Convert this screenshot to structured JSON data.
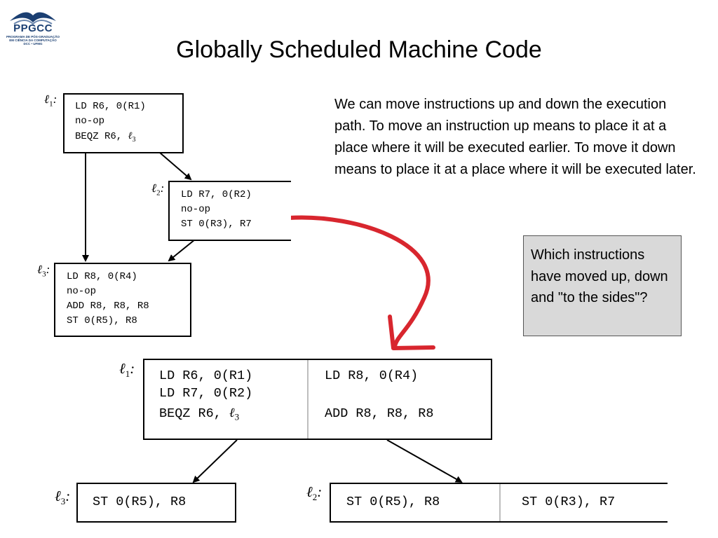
{
  "logo": {
    "name": "PPGCC",
    "sub_line1": "PROGRAMA DE PÓS-GRADUAÇÃO",
    "sub_line2": "EM CIÊNCIA DA COMPUTAÇÃO",
    "sub_line3": "DCC • UFMG"
  },
  "title": "Globally Scheduled Machine Code",
  "description": "We can move instructions up and down the execution path. To move an instruction up means to place it at a place where it will be executed earlier. To move it down means to place it at a place where it will be executed later.",
  "question": "Which instructions have moved up, down and \"to the sides\"?",
  "original_cfg": {
    "l1": {
      "label": "ℓ",
      "label_sub": "1",
      "line1": "LD R6, 0(R1)",
      "line2": "no-op",
      "line3_prefix": "BEQZ R6, ",
      "line3_ell_sub": "3"
    },
    "l2": {
      "label": "ℓ",
      "label_sub": "2",
      "line1": "LD R7, 0(R2)",
      "line2": "no-op",
      "line3": "ST 0(R3), R7"
    },
    "l3": {
      "label": "ℓ",
      "label_sub": "3",
      "line1": "LD R8, 0(R4)",
      "line2": "no-op",
      "line3": "ADD R8, R8, R8",
      "line4": "ST 0(R5), R8"
    }
  },
  "scheduled_cfg": {
    "l1": {
      "label": "ℓ",
      "label_sub": "1",
      "left_line1": "LD R6, 0(R1)",
      "left_line2": "LD R7, 0(R2)",
      "left_line3_prefix": "BEQZ R6, ",
      "left_line3_ell_sub": "3",
      "right_line1": "LD R8, 0(R4)",
      "right_line2": "",
      "right_line3": "ADD R8, R8, R8"
    },
    "l3": {
      "label": "ℓ",
      "label_sub": "3",
      "line1": "ST 0(R5), R8"
    },
    "l2": {
      "label": "ℓ",
      "label_sub": "2",
      "left_line1": "ST 0(R5), R8",
      "right_line1": "ST 0(R3), R7"
    }
  },
  "colors": {
    "highlight_arrow": "#d8262e",
    "question_bg": "#d9d9d9",
    "logo_blue": "#1b3f72"
  }
}
